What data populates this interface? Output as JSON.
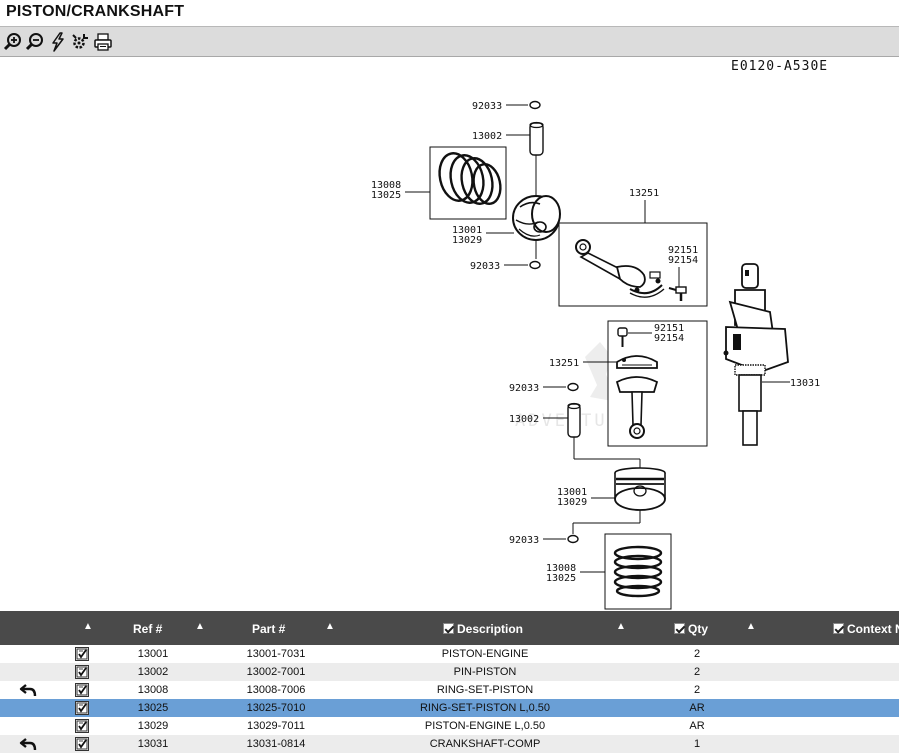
{
  "page": {
    "title": "PISTON/CRANKSHAFT"
  },
  "toolbar": {
    "icons": [
      "zoom-in-icon",
      "zoom-out-icon",
      "lightning-icon",
      "settings-icon",
      "print-icon"
    ]
  },
  "diagram": {
    "code": "E0120-A530E",
    "watermark": "ADVENTURE",
    "callouts": {
      "c1": "92033",
      "c2": "13002",
      "c3a": "13008",
      "c3b": "13025",
      "c4a": "13001",
      "c4b": "13029",
      "c5": "92033",
      "c6": "13251",
      "c7a": "92151",
      "c7b": "92154",
      "c8a": "92151",
      "c8b": "92154",
      "c9": "13251",
      "c10": "92033",
      "c11": "13002",
      "c12a": "13001",
      "c12b": "13029",
      "c13": "92033",
      "c14a": "13008",
      "c14b": "13025",
      "c15": "13031"
    }
  },
  "grid": {
    "headers": {
      "ref": "Ref #",
      "part": "Part #",
      "description": "Description",
      "qty": "Qty",
      "context": "Context Notes"
    },
    "rows": [
      {
        "ref": "13001",
        "part": "13001-7031",
        "description": "PISTON-ENGINE",
        "qty": "2",
        "has_link": false,
        "selected": false
      },
      {
        "ref": "13002",
        "part": "13002-7001",
        "description": "PIN-PISTON",
        "qty": "2",
        "has_link": false,
        "selected": false
      },
      {
        "ref": "13008",
        "part": "13008-7006",
        "description": "RING-SET-PISTON",
        "qty": "2",
        "has_link": true,
        "selected": false
      },
      {
        "ref": "13025",
        "part": "13025-7010",
        "description": "RING-SET-PISTON L,0.50",
        "qty": "AR",
        "has_link": false,
        "selected": true
      },
      {
        "ref": "13029",
        "part": "13029-7011",
        "description": "PISTON-ENGINE L,0.50",
        "qty": "AR",
        "has_link": false,
        "selected": false
      },
      {
        "ref": "13031",
        "part": "13031-0814",
        "description": "CRANKSHAFT-COMP",
        "qty": "1",
        "has_link": true,
        "selected": false
      }
    ]
  }
}
